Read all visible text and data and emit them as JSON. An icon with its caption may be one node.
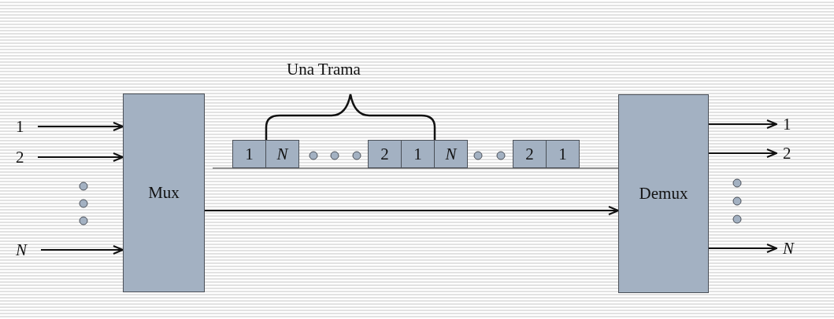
{
  "diagram": {
    "nodes": [
      {
        "text": [
          "1"
        ]
      },
      {
        "text": [
          "2"
        ]
      },
      {
        "text": [
          "N"
        ]
      },
      {
        "text": [
          "Mux"
        ]
      },
      {
        "text": [
          "1"
        ]
      },
      {
        "text": [
          "N"
        ]
      },
      {
        "text": [
          "2"
        ]
      },
      {
        "text": [
          "1"
        ]
      },
      {
        "text": [
          "N"
        ]
      },
      {
        "text": [
          "2"
        ]
      },
      {
        "text": [
          "1"
        ]
      },
      {
        "text": [
          "Demux"
        ]
      },
      {
        "text": [
          "1"
        ]
      },
      {
        "text": [
          "2"
        ]
      },
      {
        "text": [
          "N"
        ]
      }
    ],
    "edges": [
      {
        "from": 0,
        "to": 3,
        "arrow": "to"
      },
      {
        "from": 1,
        "to": 3,
        "arrow": "to"
      },
      {
        "from": 2,
        "to": 3,
        "arrow": "to"
      },
      {
        "from": 3,
        "to": 11,
        "arrow": "to"
      },
      {
        "from": 11,
        "to": 12,
        "arrow": "to"
      },
      {
        "from": 11,
        "to": 13,
        "arrow": "to"
      },
      {
        "from": 11,
        "to": 14,
        "arrow": "to"
      }
    ],
    "labels": [
      "Una Trama"
    ]
  }
}
